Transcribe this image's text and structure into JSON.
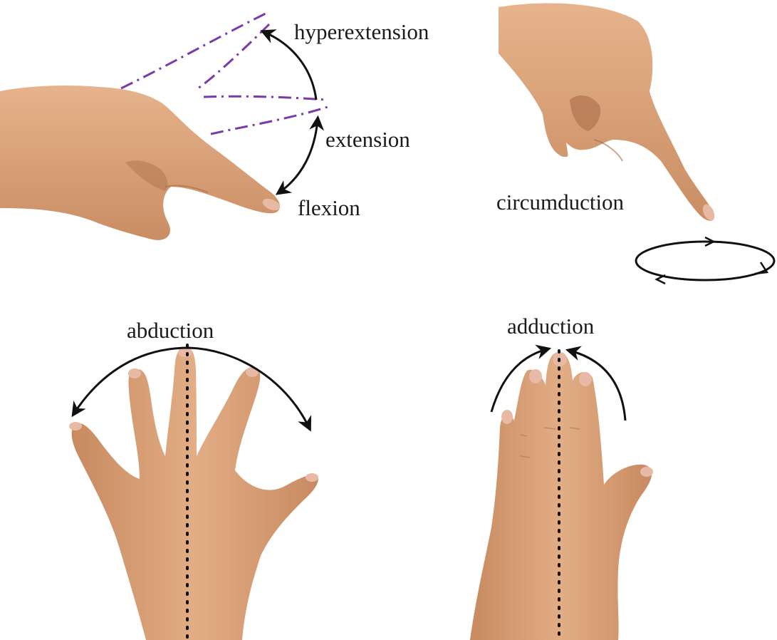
{
  "labels": {
    "hyperextension": "hyperextension",
    "extension": "extension",
    "flexion": "flexion",
    "circumduction": "circumduction",
    "abduction": "abduction",
    "adduction": "adduction"
  },
  "colors": {
    "skin": "#d9a37c",
    "skin_shadow": "#b97f57",
    "skin_highlight": "#ecc09b",
    "nail": "#e8b9a4",
    "dash_line": "#7a3aa8",
    "arrow": "#111111",
    "text": "#1a1a1a"
  },
  "panels": [
    {
      "name": "finger-flexion-extension",
      "motions": [
        "hyperextension",
        "extension",
        "flexion"
      ]
    },
    {
      "name": "finger-circumduction",
      "motions": [
        "circumduction"
      ]
    },
    {
      "name": "hand-abduction",
      "motions": [
        "abduction"
      ]
    },
    {
      "name": "hand-adduction",
      "motions": [
        "adduction"
      ]
    }
  ]
}
